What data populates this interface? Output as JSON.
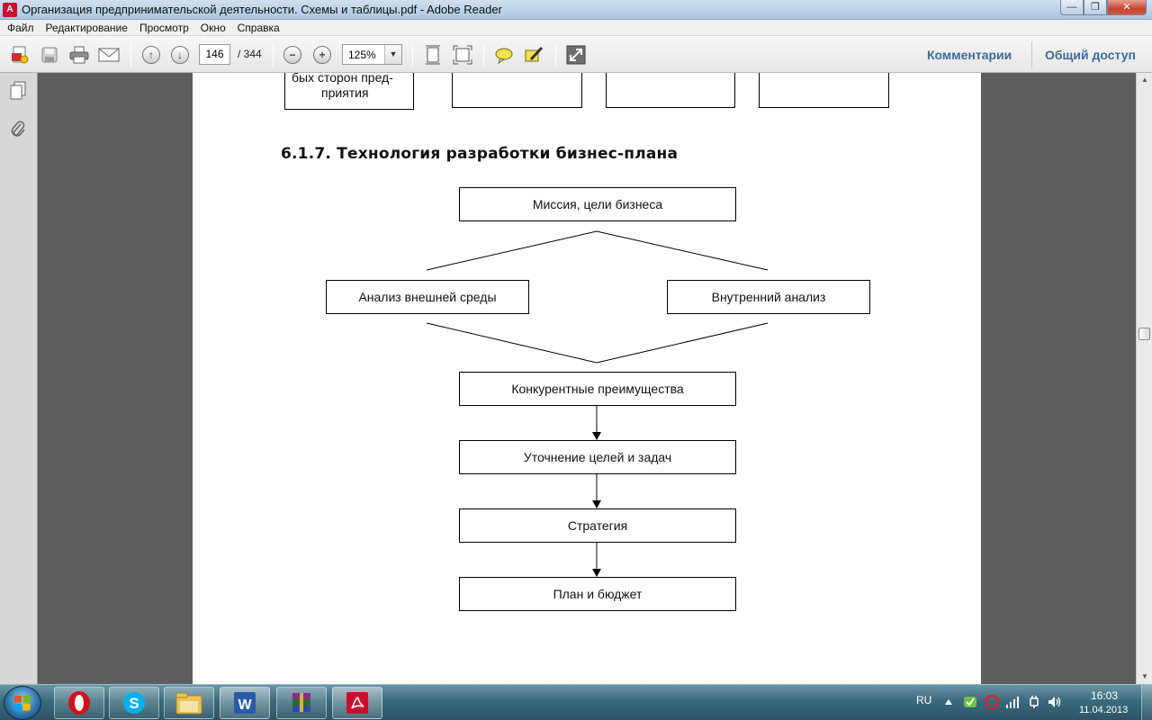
{
  "window": {
    "title": "Организация предпринимательской деятельности. Схемы и таблицы.pdf - Adobe Reader",
    "app_icon": "adobe-reader-icon"
  },
  "menu": [
    "Файл",
    "Редактирование",
    "Просмотр",
    "Окно",
    "Справка"
  ],
  "toolbar": {
    "page_current": "146",
    "page_total": "/ 344",
    "zoom": "125%",
    "comments_link": "Комментарии",
    "share_link": "Общий доступ"
  },
  "document": {
    "prev_section_text": [
      "бых сторон пред-",
      "приятия"
    ],
    "heading": "6.1.7. Технология разработки бизнес-плана",
    "boxes": {
      "mission": "Миссия, цели бизнеса",
      "external": "Анализ внешней среды",
      "internal": "Внутренний анализ",
      "competitive": "Конкурентные преимущества",
      "refine": "Уточнение целей и задач",
      "strategy": "Стратегия",
      "plan": "План и бюджет"
    }
  },
  "taskbar": {
    "lang": "RU",
    "time": "16:03",
    "date": "11.04.2013",
    "apps": [
      "opera-icon",
      "skype-icon",
      "explorer-icon",
      "word-icon",
      "winrar-icon",
      "adobe-reader-icon"
    ]
  },
  "colors": {
    "link": "#3e6a9a",
    "doc_background": "#5d5d5d",
    "taskbar": "#3b6a7c"
  }
}
